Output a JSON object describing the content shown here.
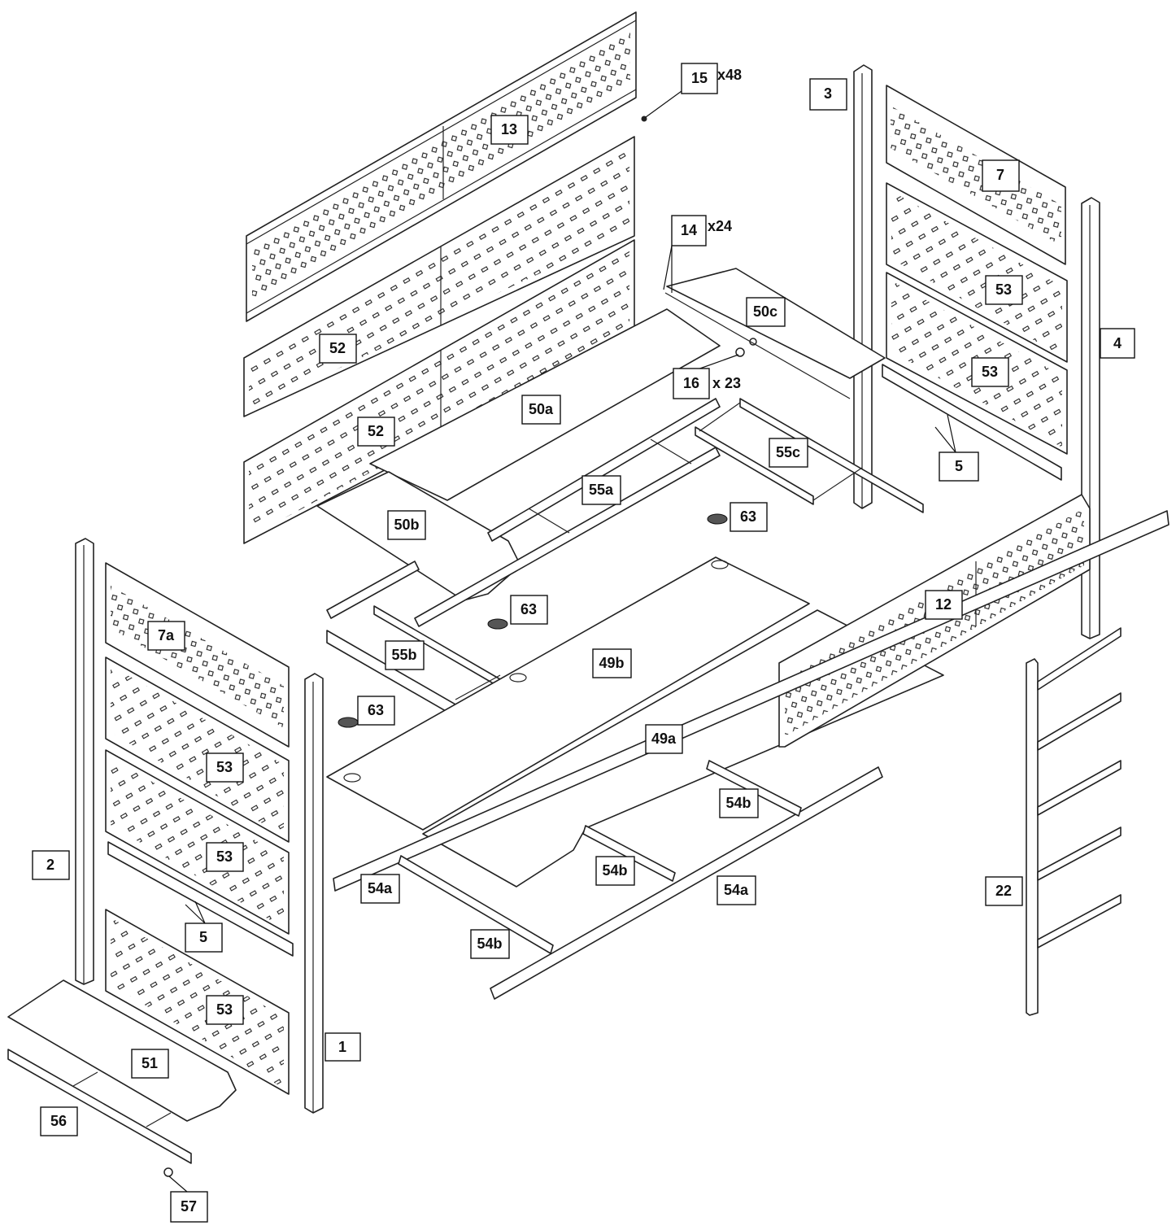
{
  "callouts": {
    "p1": "1",
    "p2": "2",
    "p3": "3",
    "p4": "4",
    "p5a": "5",
    "p5b": "5",
    "p7": "7",
    "p7a": "7a",
    "p12": "12",
    "p13": "13",
    "p14": "14",
    "p14qty": "x24",
    "p15": "15",
    "p15qty": "x48",
    "p16": "16",
    "p16qty": "x 23",
    "p22": "22",
    "p49a": "49a",
    "p49b": "49b",
    "p50a": "50a",
    "p50b": "50b",
    "p50c": "50c",
    "p51": "51",
    "p52a": "52",
    "p52b": "52",
    "p53a": "53",
    "p53b": "53",
    "p53c": "53",
    "p53d": "53",
    "p53e": "53",
    "p54a1": "54a",
    "p54a2": "54a",
    "p54b1": "54b",
    "p54b2": "54b",
    "p54b3": "54b",
    "p55a": "55a",
    "p55b": "55b",
    "p55c": "55c",
    "p56": "56",
    "p57": "57",
    "p63a": "63",
    "p63b": "63",
    "p63c": "63"
  }
}
